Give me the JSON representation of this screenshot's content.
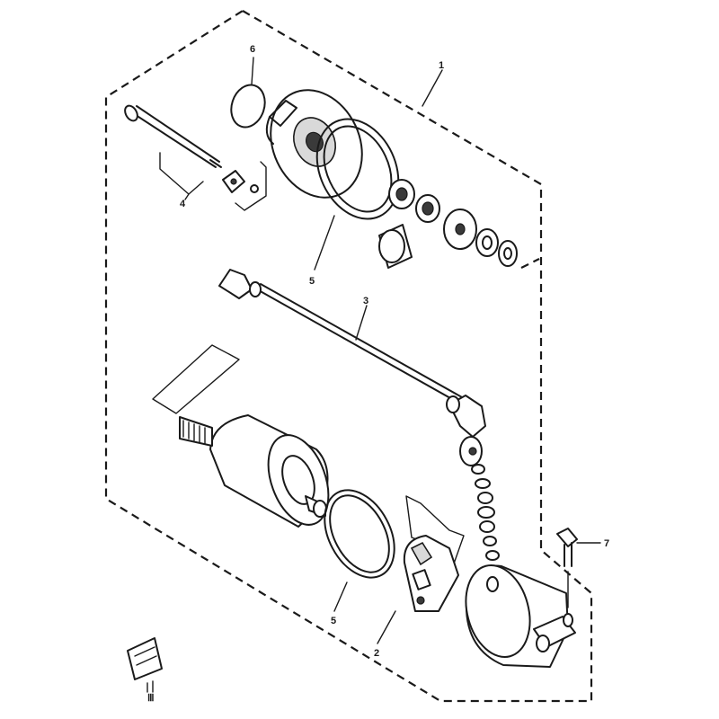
{
  "diagram": {
    "callouts": {
      "c1": "1",
      "c2": "2",
      "c3": "3",
      "c4": "4",
      "c5a": "5",
      "c5b": "5",
      "c6": "6",
      "c7": "7"
    },
    "corner_mark": "Ⅲ"
  },
  "colors": {
    "line": "#1a1a1a",
    "background": "#ffffff"
  }
}
